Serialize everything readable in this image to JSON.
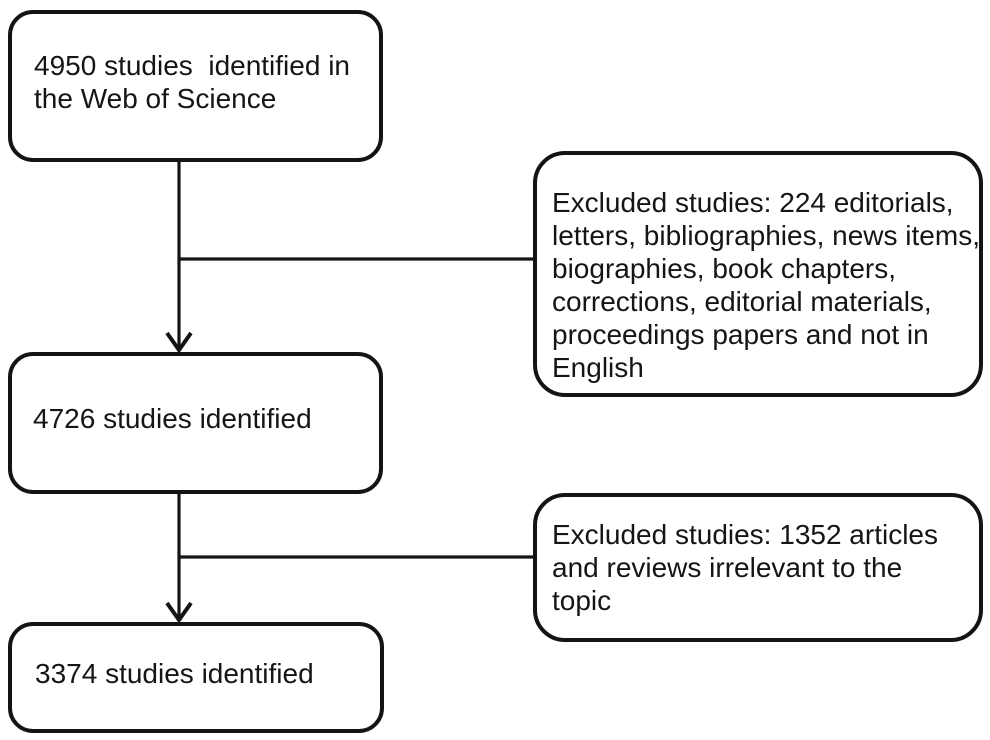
{
  "diagram": {
    "background_color": "#ffffff",
    "line_color": "#141414",
    "boxes": {
      "identified_initial": {
        "text": "4950 studies  identified in\nthe Web of Science"
      },
      "excluded_first": {
        "text": "Excluded studies: 224 editorials,\nletters, bibliographies, news items,\nbiographies, book chapters,\ncorrections, editorial materials,\nproceedings papers and not in\nEnglish"
      },
      "identified_after_first_exclusion": {
        "text": "4726 studies identified"
      },
      "excluded_second": {
        "text": "Excluded studies: 1352 articles\nand reviews irrelevant to the\ntopic"
      },
      "identified_after_second_exclusion": {
        "text": "3374 studies identified"
      }
    }
  }
}
